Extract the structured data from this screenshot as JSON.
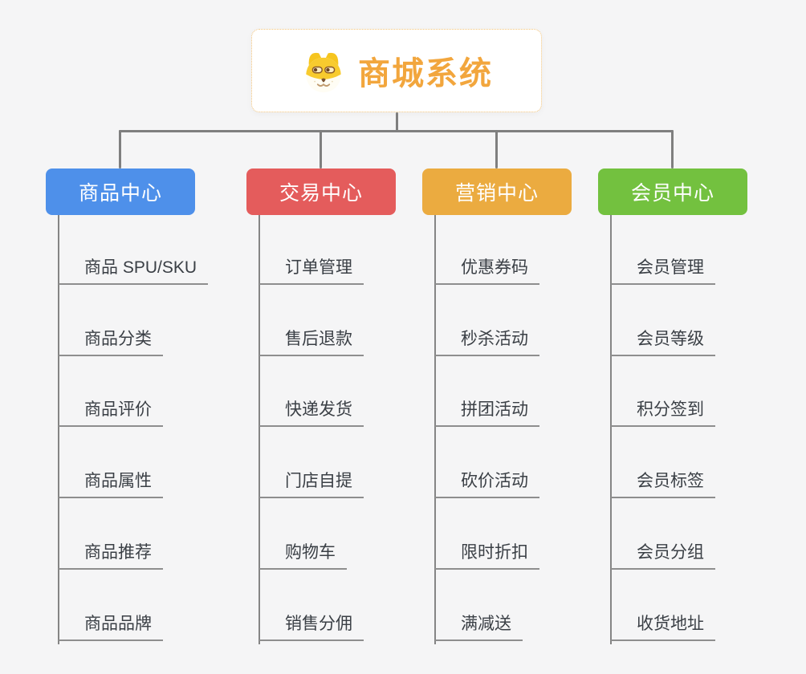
{
  "canvas": {
    "background_color": "#f5f5f6",
    "connector_color": "#7f7f7f"
  },
  "root": {
    "label": "商城系统",
    "icon": "dog-face-icon",
    "text_color": "#f2a63d",
    "border_color": "#f2c379"
  },
  "branches": [
    {
      "label": "商品中心",
      "color": "#4e90ea",
      "items": [
        "商品 SPU/SKU",
        "商品分类",
        "商品评价",
        "商品属性",
        "商品推荐",
        "商品品牌"
      ]
    },
    {
      "label": "交易中心",
      "color": "#e45c5c",
      "items": [
        "订单管理",
        "售后退款",
        "快递发货",
        "门店自提",
        "购物车",
        "销售分佣"
      ]
    },
    {
      "label": "营销中心",
      "color": "#ebab40",
      "items": [
        "优惠券码",
        "秒杀活动",
        "拼团活动",
        "砍价活动",
        "限时折扣",
        "满减送"
      ]
    },
    {
      "label": "会员中心",
      "color": "#73c13f",
      "items": [
        "会员管理",
        "会员等级",
        "积分签到",
        "会员标签",
        "会员分组",
        "收货地址"
      ]
    }
  ]
}
